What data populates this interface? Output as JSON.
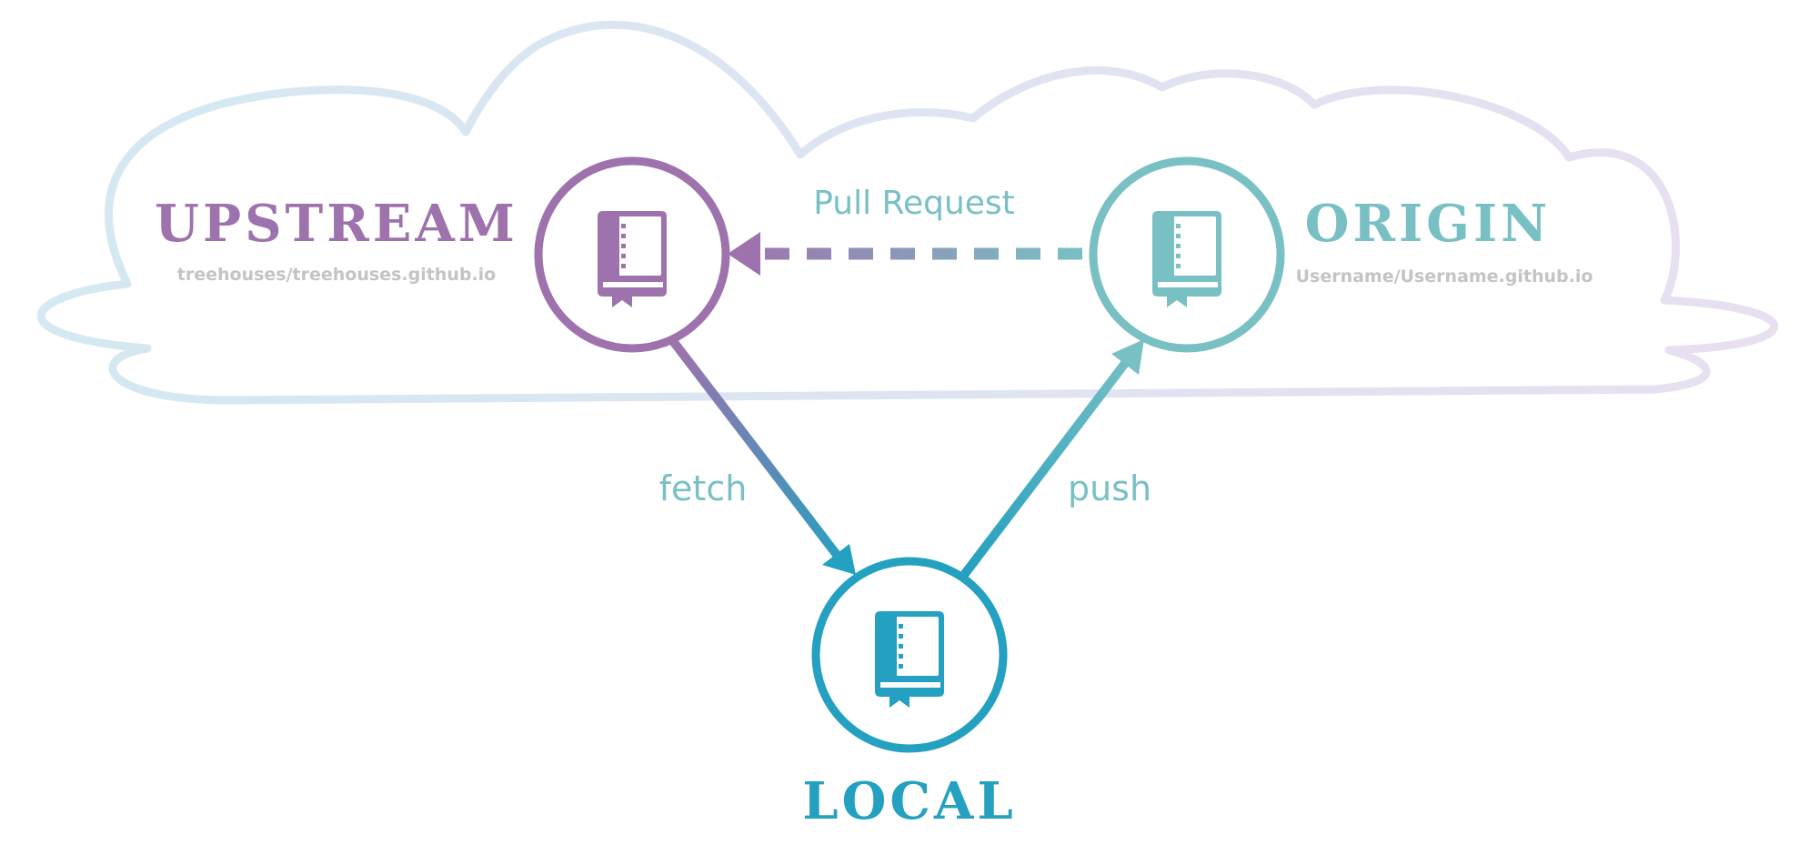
{
  "nodes": {
    "upstream": {
      "title": "UPSTREAM",
      "subtitle": "treehouses/treehouses.github.io",
      "color": "#9e72ad"
    },
    "origin": {
      "title": "ORIGIN",
      "subtitle": "Username/Username.github.io",
      "color": "#79c0c4"
    },
    "local": {
      "title": "LOCAL",
      "color": "#24a0c0"
    }
  },
  "edges": {
    "pull_request": {
      "label": "Pull Request"
    },
    "fetch": {
      "label": "fetch"
    },
    "push": {
      "label": "push"
    }
  },
  "colors": {
    "cloud_left": "#d4e9f2",
    "cloud_right": "#e8dff0",
    "label_text": "#79c0c4",
    "subtitle_text": "#c4c4c4"
  },
  "icons": {
    "repo": "book-repo-icon",
    "cloud": "cloud-outline"
  }
}
